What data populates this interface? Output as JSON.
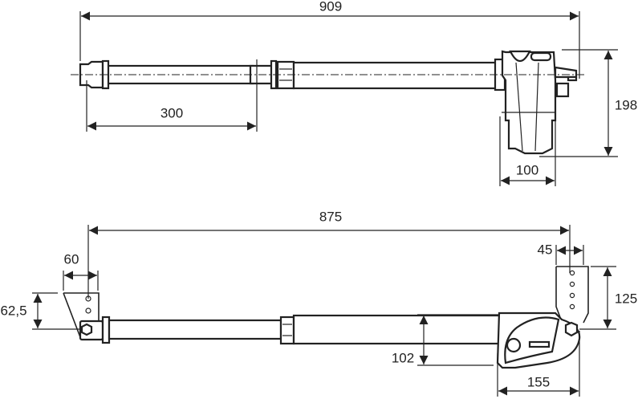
{
  "top_view": {
    "overall_length": "909",
    "stroke": "300",
    "height": "198",
    "width": "100"
  },
  "bottom_view": {
    "overall_length": "875",
    "front_bracket_offset": "60",
    "front_bracket_height": "62,5",
    "rear_bracket_offset": "45",
    "rear_bracket_height": "125",
    "motor_height": "102",
    "motor_length": "155"
  }
}
